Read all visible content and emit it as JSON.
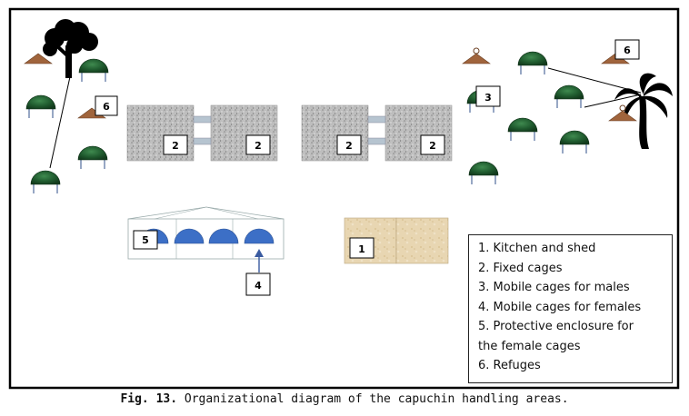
{
  "figure": {
    "caption_label": "Fig. 13.",
    "caption_text": " Organizational diagram of the capuchin handling areas."
  },
  "markers": {
    "fixed_cage": "2",
    "mobile_male": "3",
    "mobile_female": "4",
    "enclosure": "5",
    "kitchen": "1",
    "refuge": "6"
  },
  "legend": {
    "items": [
      "1. Kitchen and shed",
      "2. Fixed cages",
      "3. Mobile cages for males",
      "4. Mobile cages for females",
      "5. Protective enclosure for",
      "the female cages",
      "6. Refuges"
    ]
  },
  "colors": {
    "cage_dome": "#1f5a2e",
    "female_dome": "#3c6fc6",
    "refuge_roof": "#a0643c",
    "fixed_cage": "#b9b9b9",
    "kitchen": "#e6d3ad"
  }
}
